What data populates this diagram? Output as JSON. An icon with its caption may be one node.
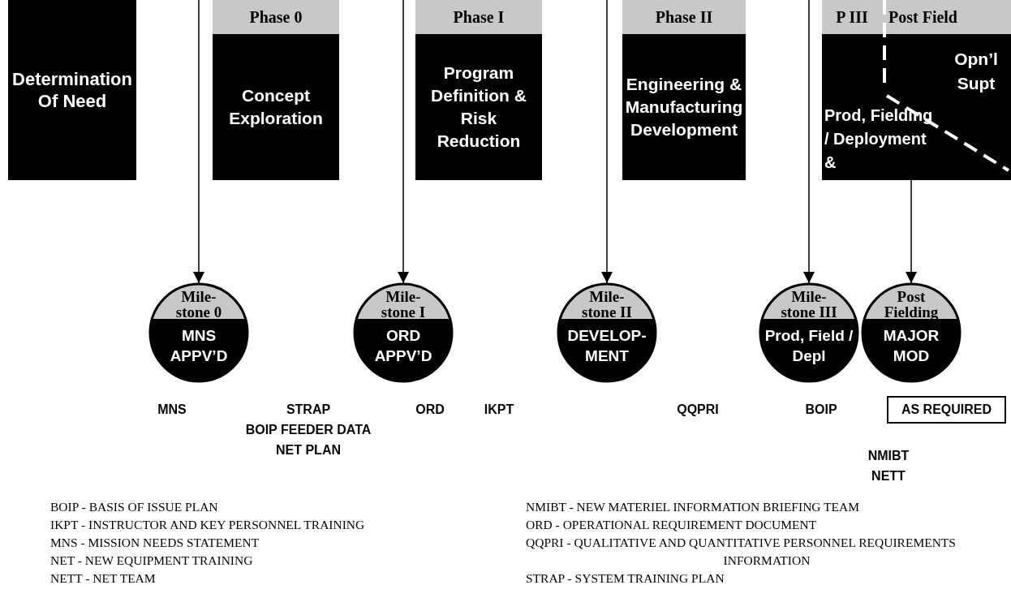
{
  "diagram": {
    "nodes": [
      {
        "text": [
          "Determination Of Need"
        ]
      },
      {
        "text": [
          "Phase 0",
          "Concept Exploration"
        ]
      },
      {
        "text": [
          "Phase I",
          "Program Definition & Risk Reduction"
        ]
      },
      {
        "text": [
          "Phase II",
          "Engineering & Manufacturing Development"
        ]
      },
      {
        "text": [
          "P III",
          "Post Field",
          "Prod, Fielding / Deployment &",
          "Opn’l Supt"
        ]
      },
      {
        "text": [
          "Mile- stone 0",
          "MNS APPV’D"
        ]
      },
      {
        "text": [
          "Mile- stone I",
          "ORD APPV’D"
        ]
      },
      {
        "text": [
          "Mile- stone II",
          "DEVELOP- MENT"
        ]
      },
      {
        "text": [
          "Mile- stone III",
          "Prod, Field / Depl"
        ]
      },
      {
        "text": [
          "Post Fielding",
          "MAJOR MOD"
        ]
      },
      {
        "text": [
          "AS REQUIRED"
        ]
      }
    ],
    "edges": [
      {
        "from": null,
        "to": 5,
        "arrow": "to"
      },
      {
        "from": null,
        "to": 6,
        "arrow": "to"
      },
      {
        "from": null,
        "to": 7,
        "arrow": "to"
      },
      {
        "from": null,
        "to": 8,
        "arrow": "to"
      },
      {
        "from": 4,
        "to": 9,
        "arrow": "to"
      }
    ],
    "labels": [
      "MNS",
      "STRAP",
      "BOIP FEEDER DATA",
      "NET PLAN",
      "ORD",
      "IKPT",
      "QQPRI",
      "BOIP",
      "NMIBT",
      "NETT",
      "BOIP - BASIS OF ISSUE PLAN",
      "IKPT - INSTRUCTOR AND KEY PERSONNEL TRAINING",
      "MNS - MISSION NEEDS STATEMENT",
      "NET - NEW EQUIPMENT TRAINING",
      "NETT - NET TEAM",
      "NMIBT - NEW MATERIEL INFORMATION BRIEFING TEAM",
      "ORD - OPERATIONAL REQUIREMENT DOCUMENT",
      "QQPRI - QUALITATIVE AND QUANTITATIVE PERSONNEL REQUIREMENTS INFORMATION",
      "STRAP - SYSTEM TRAINING PLAN"
    ]
  }
}
